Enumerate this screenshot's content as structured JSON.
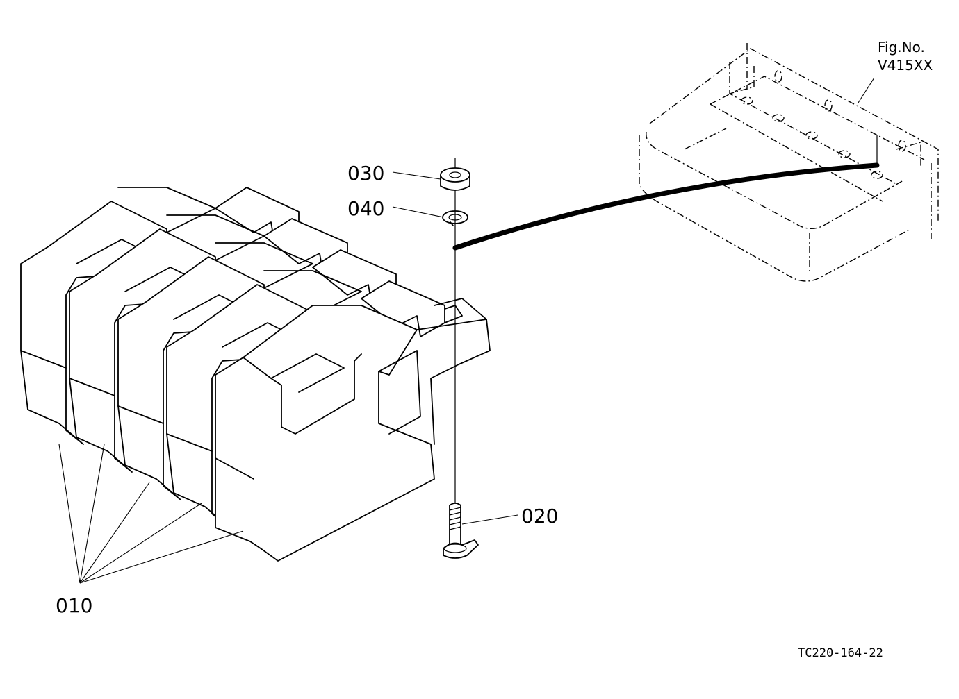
{
  "callouts": {
    "weight": "010",
    "bolt": "020",
    "nut": "030",
    "lock_washer": "040"
  },
  "figure_reference": {
    "line1": "Fig.No.",
    "line2": "V415XX"
  },
  "drawing_code": "TC220-164-22"
}
